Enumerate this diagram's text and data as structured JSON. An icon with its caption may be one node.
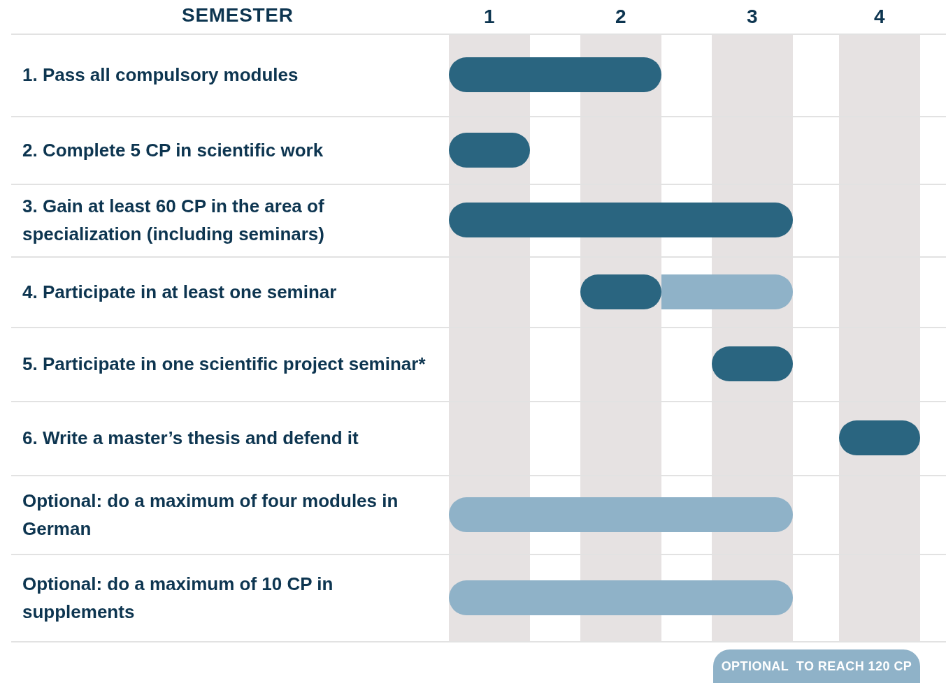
{
  "diagram": {
    "nodes": [
      {
        "text": [],
        "shape": "bar"
      },
      {
        "text": [],
        "shape": "bar"
      },
      {
        "text": [],
        "shape": "bar"
      },
      {
        "text": [],
        "shape": "bar"
      },
      {
        "text": [],
        "shape": "bar"
      },
      {
        "text": [],
        "shape": "bar"
      },
      {
        "text": [],
        "shape": "bar"
      },
      {
        "text": [],
        "shape": "bar"
      },
      {
        "text": [],
        "shape": "bar"
      },
      {
        "text": [
          "OPTIONAL  TO REACH 120 CP"
        ]
      }
    ],
    "labels": [
      "SEMESTER",
      "1",
      "2",
      "3",
      "4",
      "1. Pass all compulsory modules",
      "2. Complete 5 CP in scientific work",
      "3. Gain at least 60 CP in the area of specialization (including seminars)",
      "4. Participate in at least one seminar",
      "5. Participate in one scientific project seminar*",
      "6. Write a master’s thesis and defend it",
      "Optional: do a maximum of four modules in German",
      "Optional: do a maximum of 10 CP in supplements"
    ]
  }
}
